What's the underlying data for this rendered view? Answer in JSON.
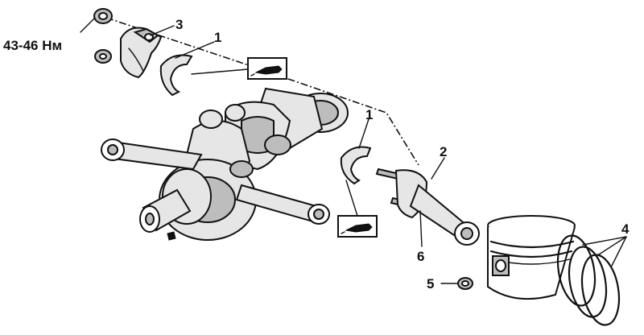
{
  "diagram": {
    "torque_label": "43-46 Нм",
    "callouts": [
      "1",
      "1",
      "2",
      "3",
      "4",
      "5",
      "6"
    ]
  },
  "icons": {
    "oil_can_top": "oil-can-icon",
    "oil_can_bottom": "oil-can-icon"
  }
}
